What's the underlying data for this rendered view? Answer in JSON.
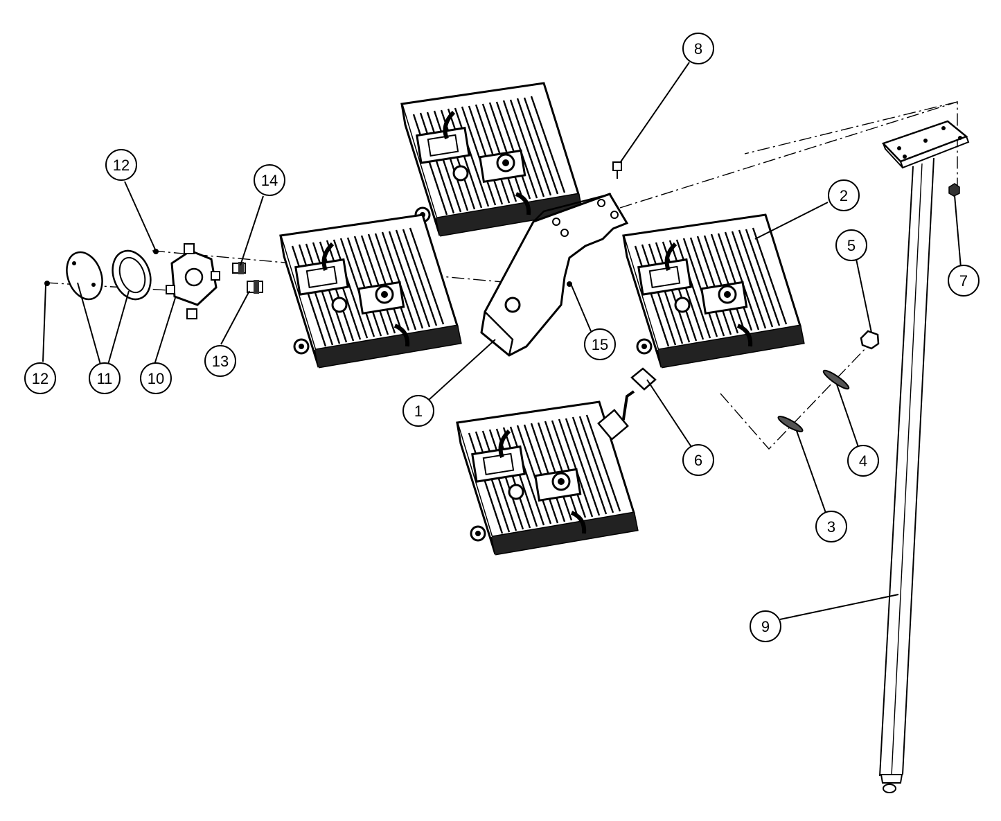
{
  "diagram": {
    "callouts": [
      {
        "id": "c1",
        "label": "1"
      },
      {
        "id": "c2",
        "label": "2"
      },
      {
        "id": "c3",
        "label": "3"
      },
      {
        "id": "c4",
        "label": "4"
      },
      {
        "id": "c5",
        "label": "5"
      },
      {
        "id": "c6",
        "label": "6"
      },
      {
        "id": "c7",
        "label": "7"
      },
      {
        "id": "c8",
        "label": "8"
      },
      {
        "id": "c9",
        "label": "9"
      },
      {
        "id": "c10",
        "label": "10"
      },
      {
        "id": "c11",
        "label": "11"
      },
      {
        "id": "c12a",
        "label": "12"
      },
      {
        "id": "c12b",
        "label": "12"
      },
      {
        "id": "c13",
        "label": "13"
      },
      {
        "id": "c14",
        "label": "14"
      },
      {
        "id": "c15",
        "label": "15"
      }
    ]
  }
}
